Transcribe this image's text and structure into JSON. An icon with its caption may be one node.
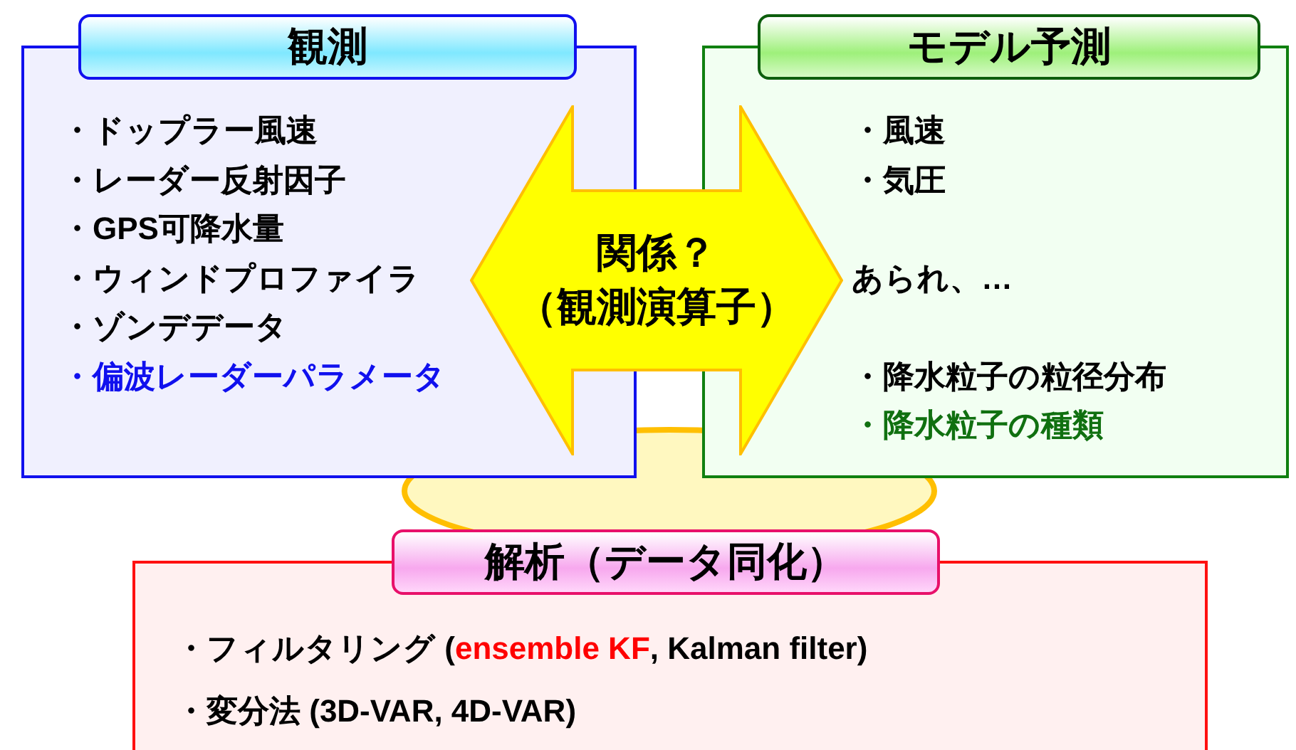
{
  "diagram": {
    "nodes": [
      {
        "text": [
          "観測",
          "・ドップラー風速",
          "・レーダー反射因子",
          "・GPS可降水量",
          "・ウィンドプロファイラ",
          "・ゾンデデータ",
          "・偏波レーダーパラメータ"
        ]
      },
      {
        "text": [
          "モデル予測",
          "・風速",
          "・気圧",
          "あられ、…",
          "・降水粒子の粒径分布",
          "・降水粒子の種類"
        ]
      },
      {
        "text": [],
        "shape": "ellipse"
      },
      {
        "text": [
          "解析（データ同化）",
          "・フィルタリング (**ensemble KF**, Kalman filter)",
          "・変分法 (3D-VAR, 4D-VAR)"
        ]
      }
    ],
    "edges": [
      {
        "from": 0,
        "to": 1,
        "arrow": "both",
        "style": "thick",
        "label": "関係？（観測演算子）"
      }
    ]
  }
}
